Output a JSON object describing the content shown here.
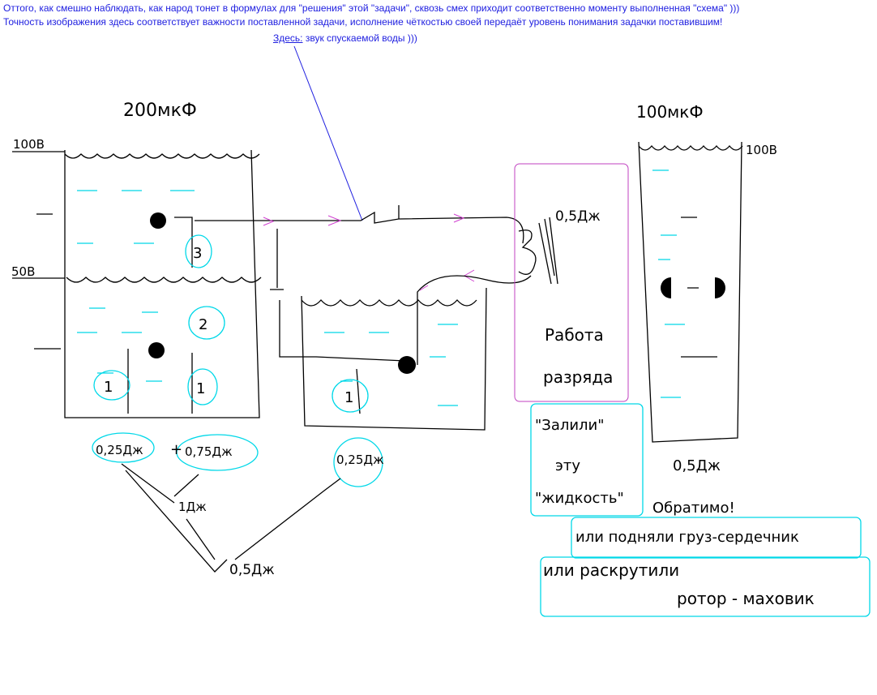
{
  "notes": {
    "line1": "Оттого, как смешно наблюдать, как народ тонет в формулах для \"решения\" этой \"задачи\", сквозь смех приходит соответственно моменту выполненная \"схема\" )))",
    "line2": "Точность изображения здесь соответствует важности поставленной задачи, исполнение чёткостью своей передаёт уровень понимания задачки поставившим!",
    "here_label": "Здесь:",
    "here_text": " звук спускаемой воды )))"
  },
  "diagram": {
    "cap1": {
      "label": "200мкФ",
      "v_top": "100В",
      "v_mid": "50В",
      "zones": [
        "3",
        "2",
        "1",
        "1"
      ]
    },
    "cap2": {
      "zone": "1"
    },
    "cap3": {
      "label": "100мкФ",
      "v_top": "100В",
      "energy": "0,5Дж"
    },
    "work": {
      "energy": "0,5Дж",
      "line1": "Работа",
      "line2": "разряда"
    },
    "poured": {
      "line1": "\"Залили\"",
      "line2": "эту",
      "line3": "\"жидкость\""
    },
    "reversible": "Обратимо!",
    "alt1": "или подняли груз-сердечник",
    "alt2_line1": "или раскрутили",
    "alt2_line2": "ротор - маховик",
    "sum": {
      "a": "0,25Дж",
      "plus": "+",
      "b": "0,75Дж",
      "total1": "1Дж",
      "c": "0,25Дж",
      "loss": "0,5Дж"
    }
  },
  "colors": {
    "note": "#2020e0",
    "cyan": "#00d8e8",
    "magenta": "#c040c0"
  }
}
